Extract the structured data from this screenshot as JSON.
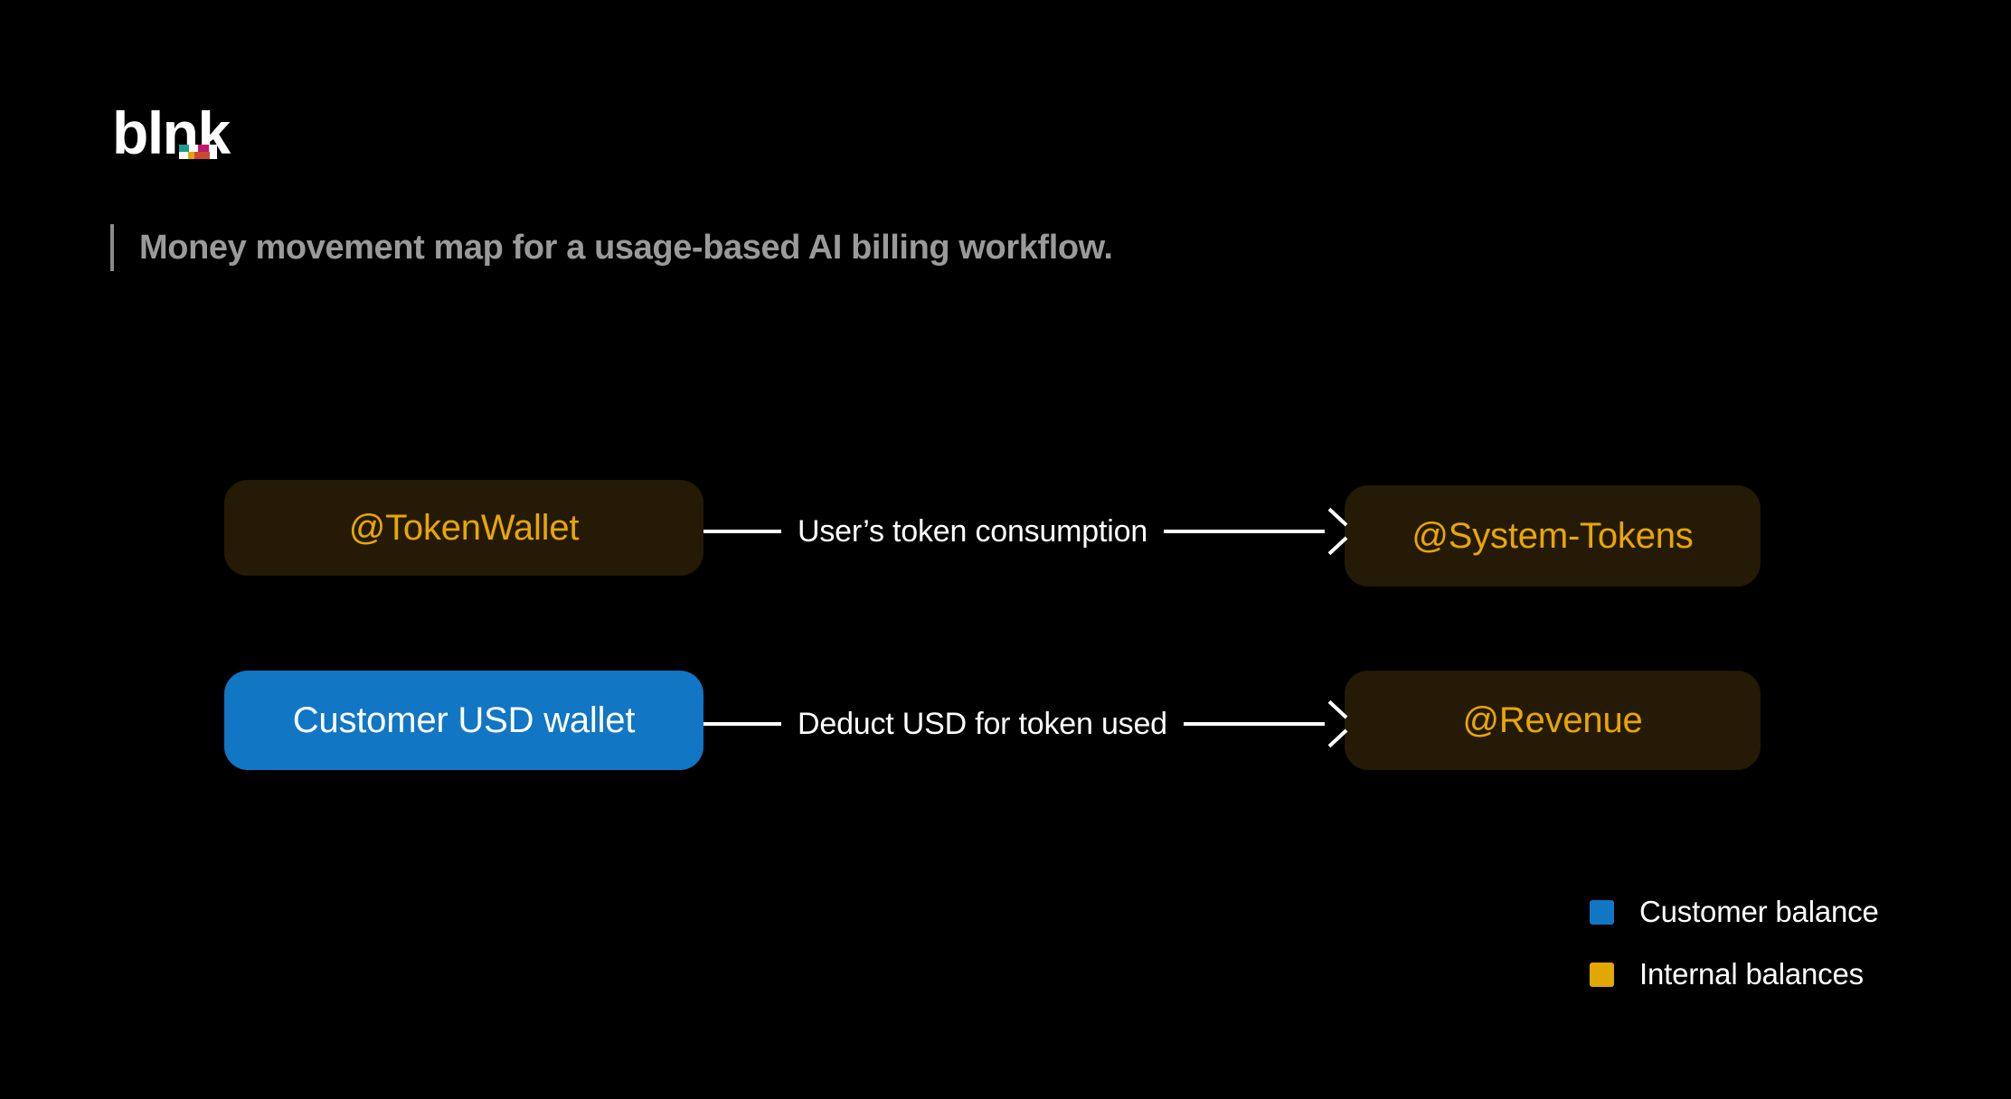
{
  "brand": {
    "name_part1": "bl",
    "name_part2": "nk",
    "accent_colors_top": [
      "#1a9e8f",
      "#ffffff",
      "#c2186f",
      "#ffffff"
    ],
    "accent_colors_bottom": [
      "#ffffff",
      "#e3a800",
      "#c94a32",
      "#ffffff"
    ]
  },
  "header": {
    "subtitle": "Money movement map for a usage-based AI billing workflow."
  },
  "diagram": {
    "type": "money-movement-map",
    "nodes": [
      {
        "id": "token-wallet",
        "label": "@TokenWallet",
        "kind": "internal",
        "fill": "#241a05",
        "text_color": "#e9a700"
      },
      {
        "id": "system-tokens",
        "label": "@System-Tokens",
        "kind": "internal",
        "fill": "#241a05",
        "text_color": "#e9a700"
      },
      {
        "id": "customer-usd",
        "label": "Customer USD wallet",
        "kind": "customer",
        "fill": "#1176c4",
        "text_color": "#ffffff"
      },
      {
        "id": "revenue",
        "label": "@Revenue",
        "kind": "internal",
        "fill": "#241a05",
        "text_color": "#e9a700"
      }
    ],
    "edges": [
      {
        "id": "token-consumption",
        "label": "User’s token consumption",
        "from": "token-wallet",
        "to": "system-tokens",
        "color": "#ffffff"
      },
      {
        "id": "deduct-usd",
        "label": "Deduct USD for token used",
        "from": "customer-usd",
        "to": "revenue",
        "color": "#ffffff"
      }
    ]
  },
  "legend": {
    "items": [
      {
        "label": "Customer balance",
        "color": "#1176c4"
      },
      {
        "label": "Internal balances",
        "color": "#e3a800"
      }
    ]
  }
}
